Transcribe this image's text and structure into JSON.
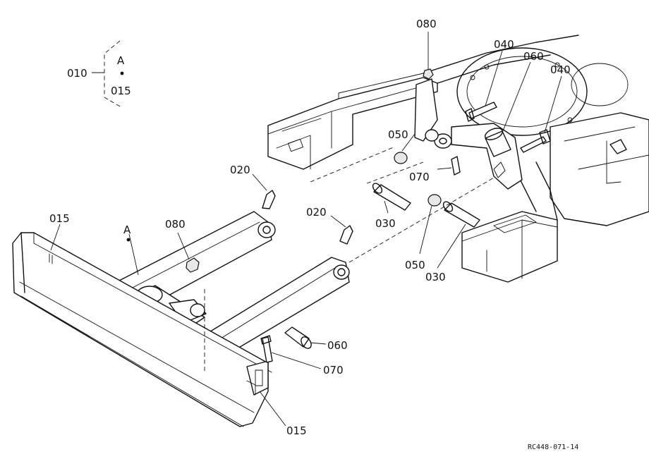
{
  "diagram": {
    "drawing_code": "RC448-071-14",
    "callouts": [
      {
        "id": "c-010",
        "text": "010"
      },
      {
        "id": "c-A-inset",
        "text": "A"
      },
      {
        "id": "c-015-inset",
        "text": "015"
      },
      {
        "id": "c-080-top",
        "text": "080"
      },
      {
        "id": "c-040-a",
        "text": "040"
      },
      {
        "id": "c-060-top",
        "text": "060"
      },
      {
        "id": "c-040-b",
        "text": "040"
      },
      {
        "id": "c-050-top",
        "text": "050"
      },
      {
        "id": "c-070-top",
        "text": "070"
      },
      {
        "id": "c-020-left",
        "text": "020"
      },
      {
        "id": "c-020-right",
        "text": "020"
      },
      {
        "id": "c-030-left",
        "text": "030"
      },
      {
        "id": "c-050-bottom",
        "text": "050"
      },
      {
        "id": "c-030-right",
        "text": "030"
      },
      {
        "id": "c-015-left",
        "text": "015"
      },
      {
        "id": "c-A-blade",
        "text": "A"
      },
      {
        "id": "c-080-blade",
        "text": "080"
      },
      {
        "id": "c-060-blade",
        "text": "060"
      },
      {
        "id": "c-070-blade",
        "text": "070"
      },
      {
        "id": "c-015-bottom",
        "text": "015"
      }
    ]
  }
}
